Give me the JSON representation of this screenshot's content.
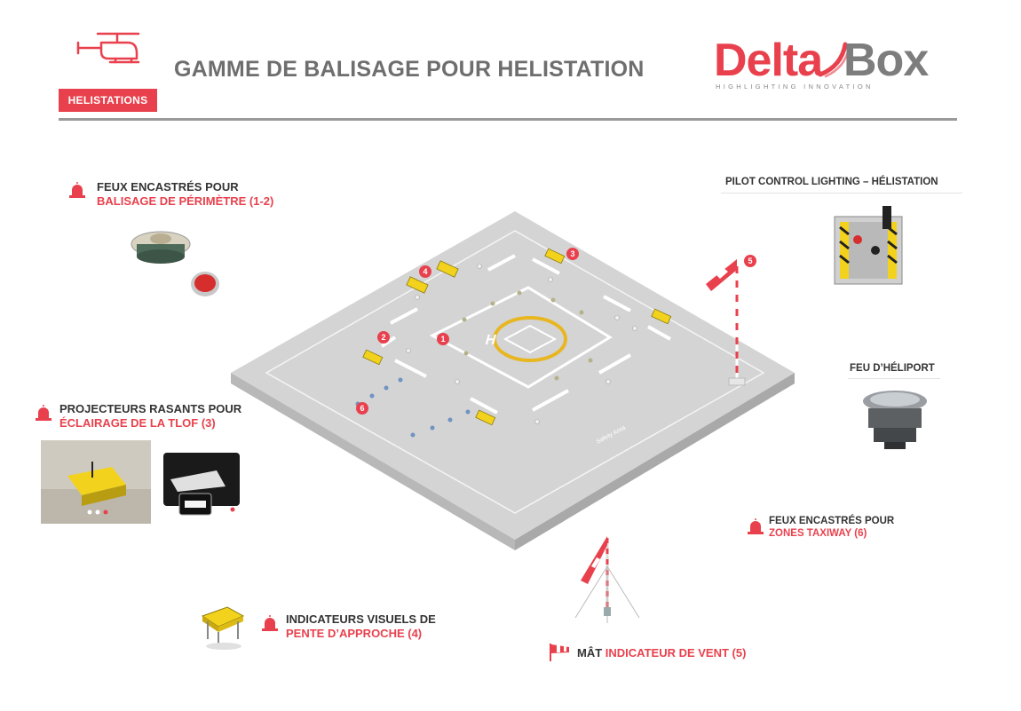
{
  "header": {
    "title": "GAMME DE BALISAGE POUR HELISTATION",
    "badge": "HELISTATIONS",
    "logo_part1": "Delta",
    "logo_part2": "Box",
    "tagline": "HIGHLIGHTING INNOVATION"
  },
  "labels": {
    "perimeter_line1": "FEUX ENCASTRÉS POUR",
    "perimeter_line2": "BALISAGE DE PÉRIMÈTRE (1-2)",
    "pilot_control": "PILOT CONTROL LIGHTING – HÉLISTATION",
    "feu_heliport": "FEU D’HÉLIPORT",
    "projecteurs_line1": "PROJECTEURS RASANTS POUR",
    "projecteurs_line2": "ÉCLAIRAGE DE LA TLOF (3)",
    "taxiway_line1": "FEUX ENCASTRÉS POUR",
    "taxiway_line2": "ZONES TAXIWAY (6)",
    "indicateurs_line1": "INDICATEURS VISUELS DE",
    "indicateurs_line2": "PENTE D’APPROCHE (4)",
    "mat_part1": "MÂT ",
    "mat_part2": "INDICATEUR DE VENT (5)",
    "safety_area": "Safety Area"
  },
  "markers": [
    "1",
    "2",
    "3",
    "4",
    "5",
    "6"
  ],
  "colors": {
    "accent": "#e8414d",
    "title_grey": "#6e6e6e",
    "pad_grey": "#d2d2d2",
    "yellow": "#f2d21c"
  },
  "icons": [
    "helicopter-icon",
    "beacon-icon",
    "windsock-flag-icon"
  ]
}
